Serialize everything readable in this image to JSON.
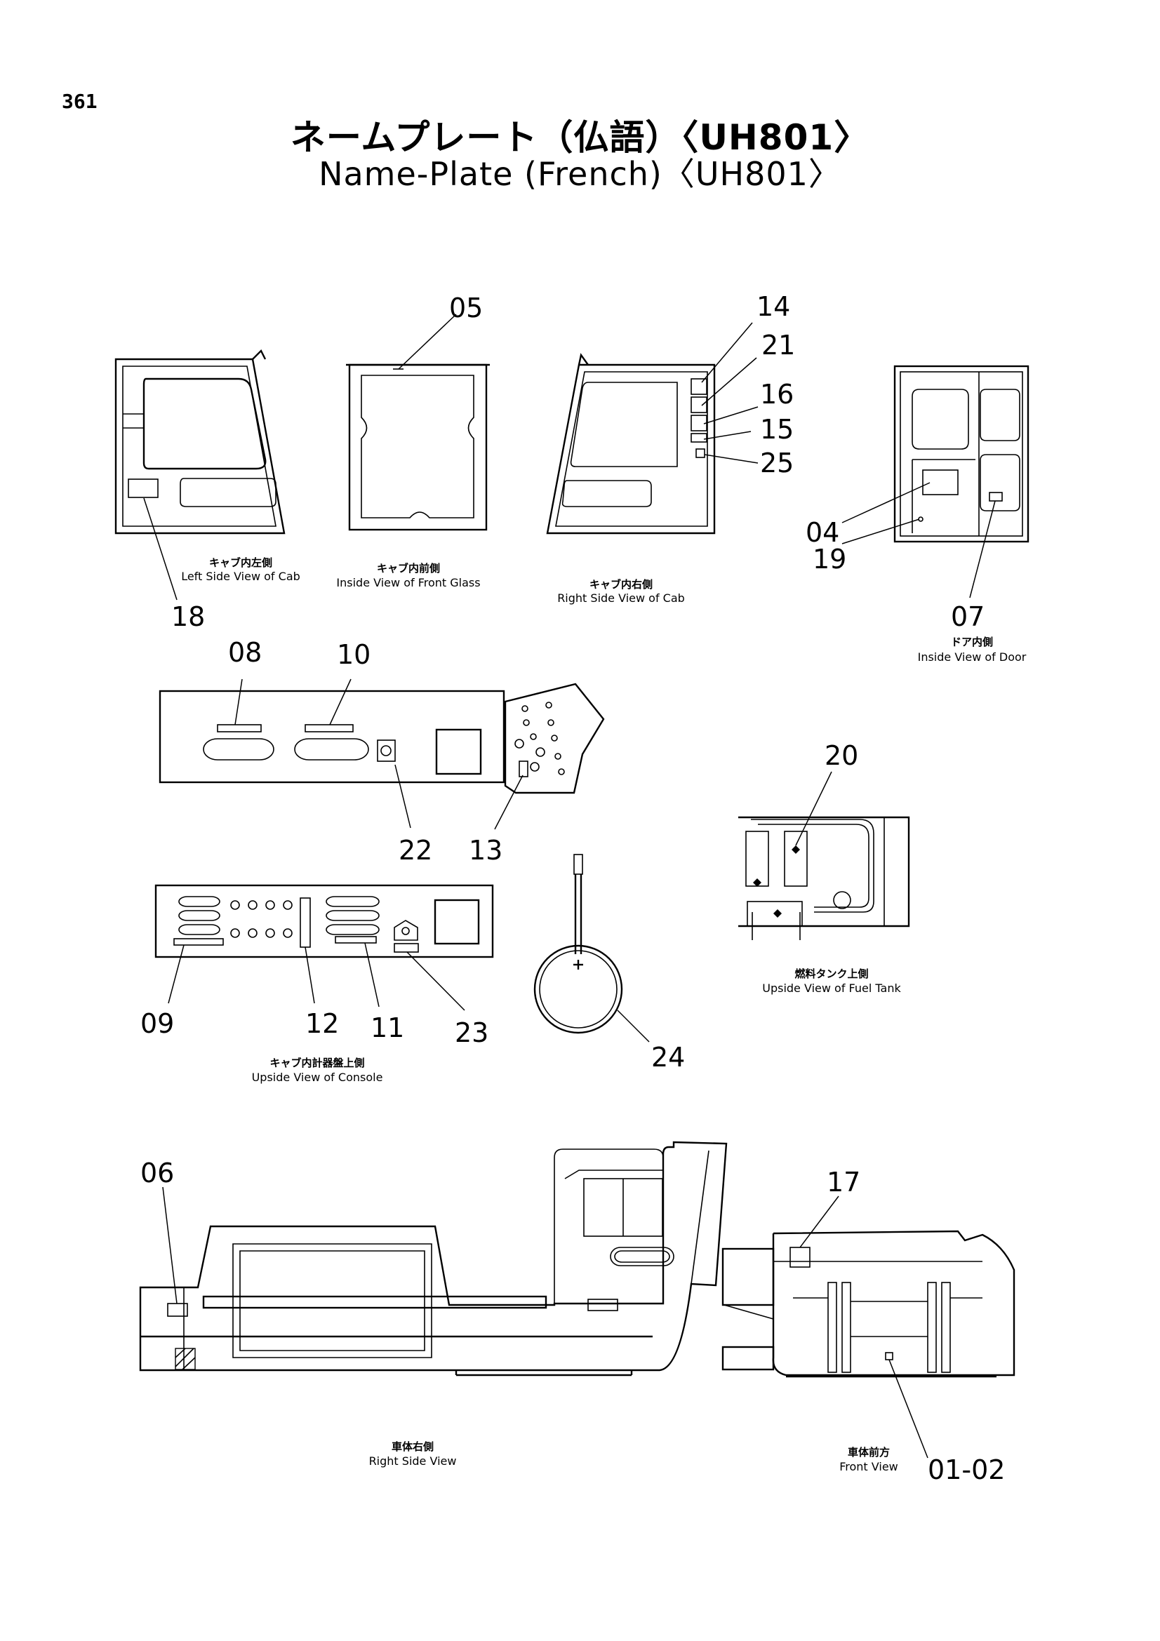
{
  "page_number": "361",
  "title_jp": "ネームプレート（仏語）〈UH801〉",
  "title_en": "Name-Plate (French)〈UH801〉",
  "views": {
    "left_side_cab": {
      "jp": "キャブ内左側",
      "en": "Left Side View of Cab"
    },
    "front_glass": {
      "jp": "キャブ内前側",
      "en": "Inside View of Front Glass"
    },
    "right_side_cab": {
      "jp": "キャブ内右側",
      "en": "Right Side View of Cab"
    },
    "door": {
      "jp": "ドア内側",
      "en": "Inside View of Door"
    },
    "fuel_tank": {
      "jp": "燃料タンク上側",
      "en": "Upside View of Fuel Tank"
    },
    "console": {
      "jp": "キャブ内計器盤上側",
      "en": "Upside View of Console"
    },
    "right_side": {
      "jp": "車体右側",
      "en": "Right Side View"
    },
    "front": {
      "jp": "車体前方",
      "en": "Front View"
    }
  },
  "callouts": {
    "c01_02": "01-02",
    "c04": "04",
    "c05": "05",
    "c06": "06",
    "c07": "07",
    "c08": "08",
    "c09": "09",
    "c10": "10",
    "c11": "11",
    "c12": "12",
    "c13": "13",
    "c14": "14",
    "c15": "15",
    "c16": "16",
    "c17": "17",
    "c18": "18",
    "c19": "19",
    "c20": "20",
    "c21": "21",
    "c22": "22",
    "c23": "23",
    "c24": "24",
    "c25": "25"
  }
}
